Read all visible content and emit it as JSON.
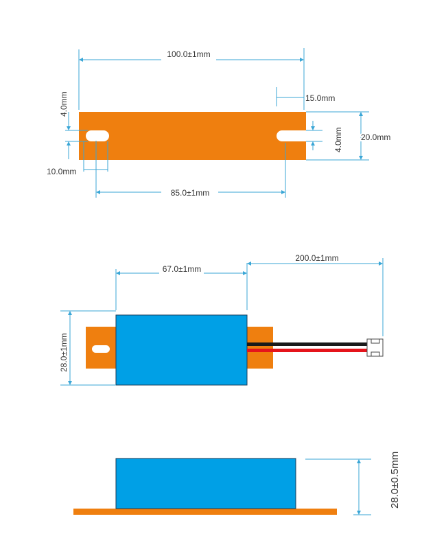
{
  "top_view": {
    "length": "100.0±1mm",
    "slot_offset": "15.0mm",
    "slot_height_left": "4.0mm",
    "slot_width": "10.0mm",
    "slot_spacing": "85.0±1mm",
    "slot_height_right": "4.0mm",
    "width": "20.0mm"
  },
  "front_view": {
    "body_length": "67.0±1mm",
    "cable_length": "200.0±1mm",
    "height": "28.0±1mm"
  },
  "side_view": {
    "height": "28.0±0.5mm"
  },
  "colors": {
    "plate": "#ef7f0f",
    "body": "#00a0e6",
    "dimension": "#3aa6d6",
    "wire_black": "#1a1a1a",
    "wire_red": "#e5141b"
  }
}
